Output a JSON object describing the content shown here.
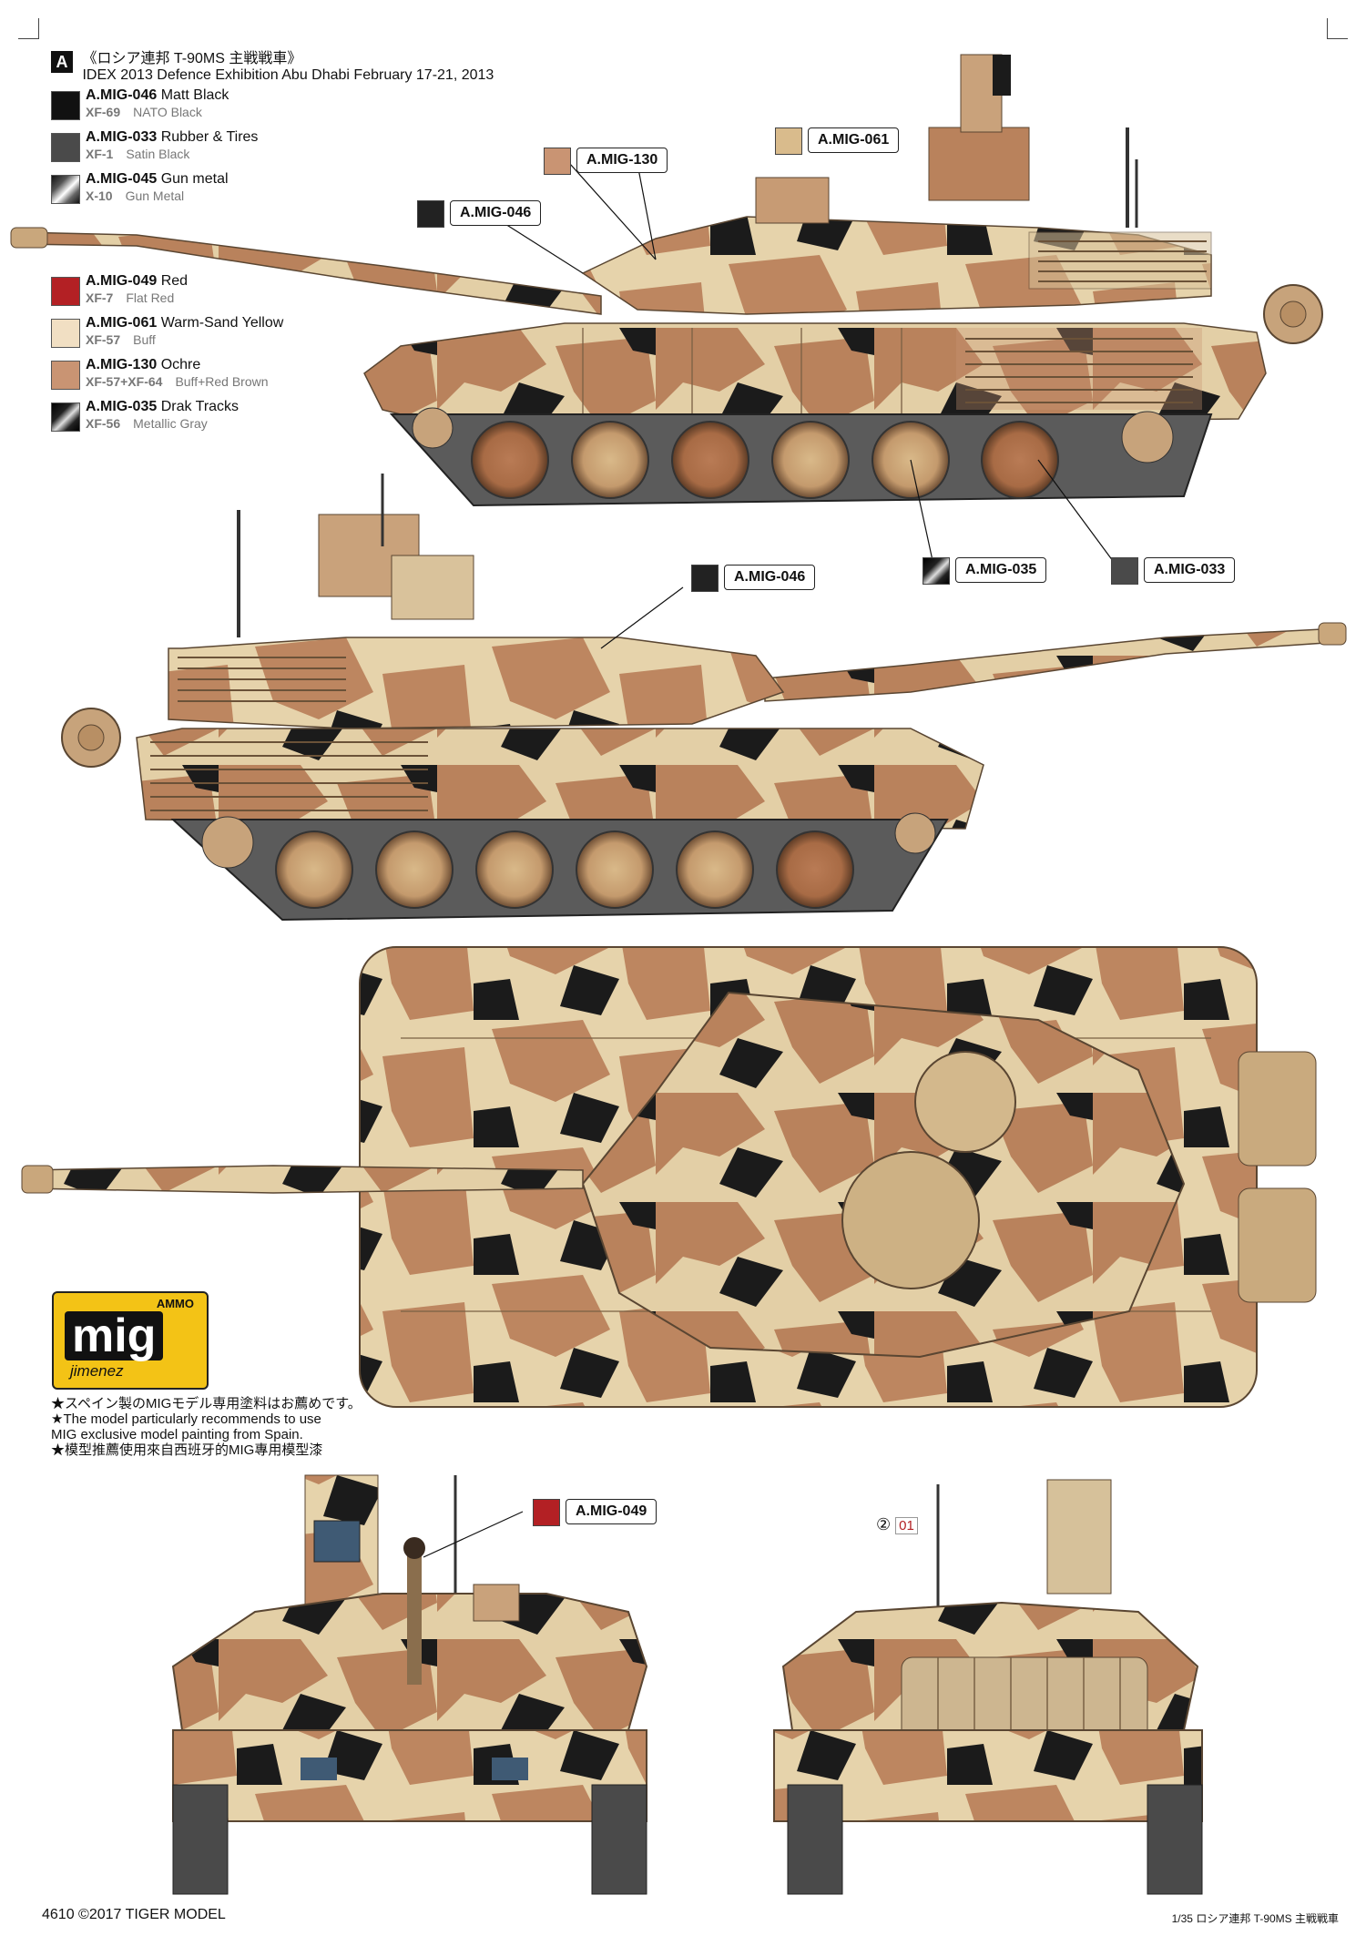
{
  "header": {
    "badge": "A",
    "title": "《ロシア連邦  T-90MS  主戦戦車》",
    "subtitle": "IDEX 2013 Defence Exhibition Abu Dhabi    February 17-21, 2013"
  },
  "legend": [
    {
      "code": "A.MIG-046",
      "name": "Matt Black",
      "xf": "XF-69",
      "xf_name": "NATO Black",
      "color": "#111111"
    },
    {
      "code": "A.MIG-033",
      "name": "Rubber & Tires",
      "xf": "XF-1",
      "xf_name": "Satin Black",
      "color": "#4a4a4a"
    },
    {
      "code": "A.MIG-045",
      "name": "Gun metal",
      "xf": "X-10",
      "xf_name": "Gun Metal",
      "color": "gunmetal"
    },
    {
      "code": "A.MIG-049",
      "name": "Red",
      "xf": "XF-7",
      "xf_name": "Flat Red",
      "color": "#b32024"
    },
    {
      "code": "A.MIG-061",
      "name": "Warm-Sand Yellow",
      "xf": "XF-57",
      "xf_name": "Buff",
      "color": "#f1dfc3"
    },
    {
      "code": "A.MIG-130",
      "name": "Ochre",
      "xf": "XF-57+XF-64",
      "xf_name": "Buff+Red Brown",
      "color": "#c99473"
    },
    {
      "code": "A.MIG-035",
      "name": "Drak Tracks",
      "xf": "XF-56",
      "xf_name": "Metallic Gray",
      "color": "tracks"
    }
  ],
  "callouts": {
    "c061": {
      "label": "A.MIG-061",
      "color": "#d9bb8c"
    },
    "c130": {
      "label": "A.MIG-130",
      "color": "#c99473"
    },
    "c046a": {
      "label": "A.MIG-046",
      "color": "#222222"
    },
    "c046b": {
      "label": "A.MIG-046",
      "color": "#222222"
    },
    "c035": {
      "label": "A.MIG-035",
      "color": "tracks"
    },
    "c033": {
      "label": "A.MIG-033",
      "color": "#4a4a4a"
    },
    "c049": {
      "label": "A.MIG-049",
      "color": "#b32024"
    }
  },
  "rear_marking": {
    "num": "②",
    "code": "01"
  },
  "logo": {
    "top": "AMMO",
    "main": "mig",
    "sub": "jimenez"
  },
  "notes": [
    "★スペイン製のMIGモデル専用塗料はお薦めです。",
    "★The model particularly recommends to use",
    "  MIG exclusive model painting from Spain.",
    "★模型推薦使用來自西班牙的MIG專用模型漆"
  ],
  "footer": {
    "left": "4610   ©2017   TIGER MODEL",
    "right": "1/35 ロシア連邦 T-90MS  主戦戦車"
  },
  "colors": {
    "sand": "#e3cfa6",
    "ochre": "#b9825c",
    "black": "#1b1b1b",
    "track": "#6b6b6b"
  }
}
